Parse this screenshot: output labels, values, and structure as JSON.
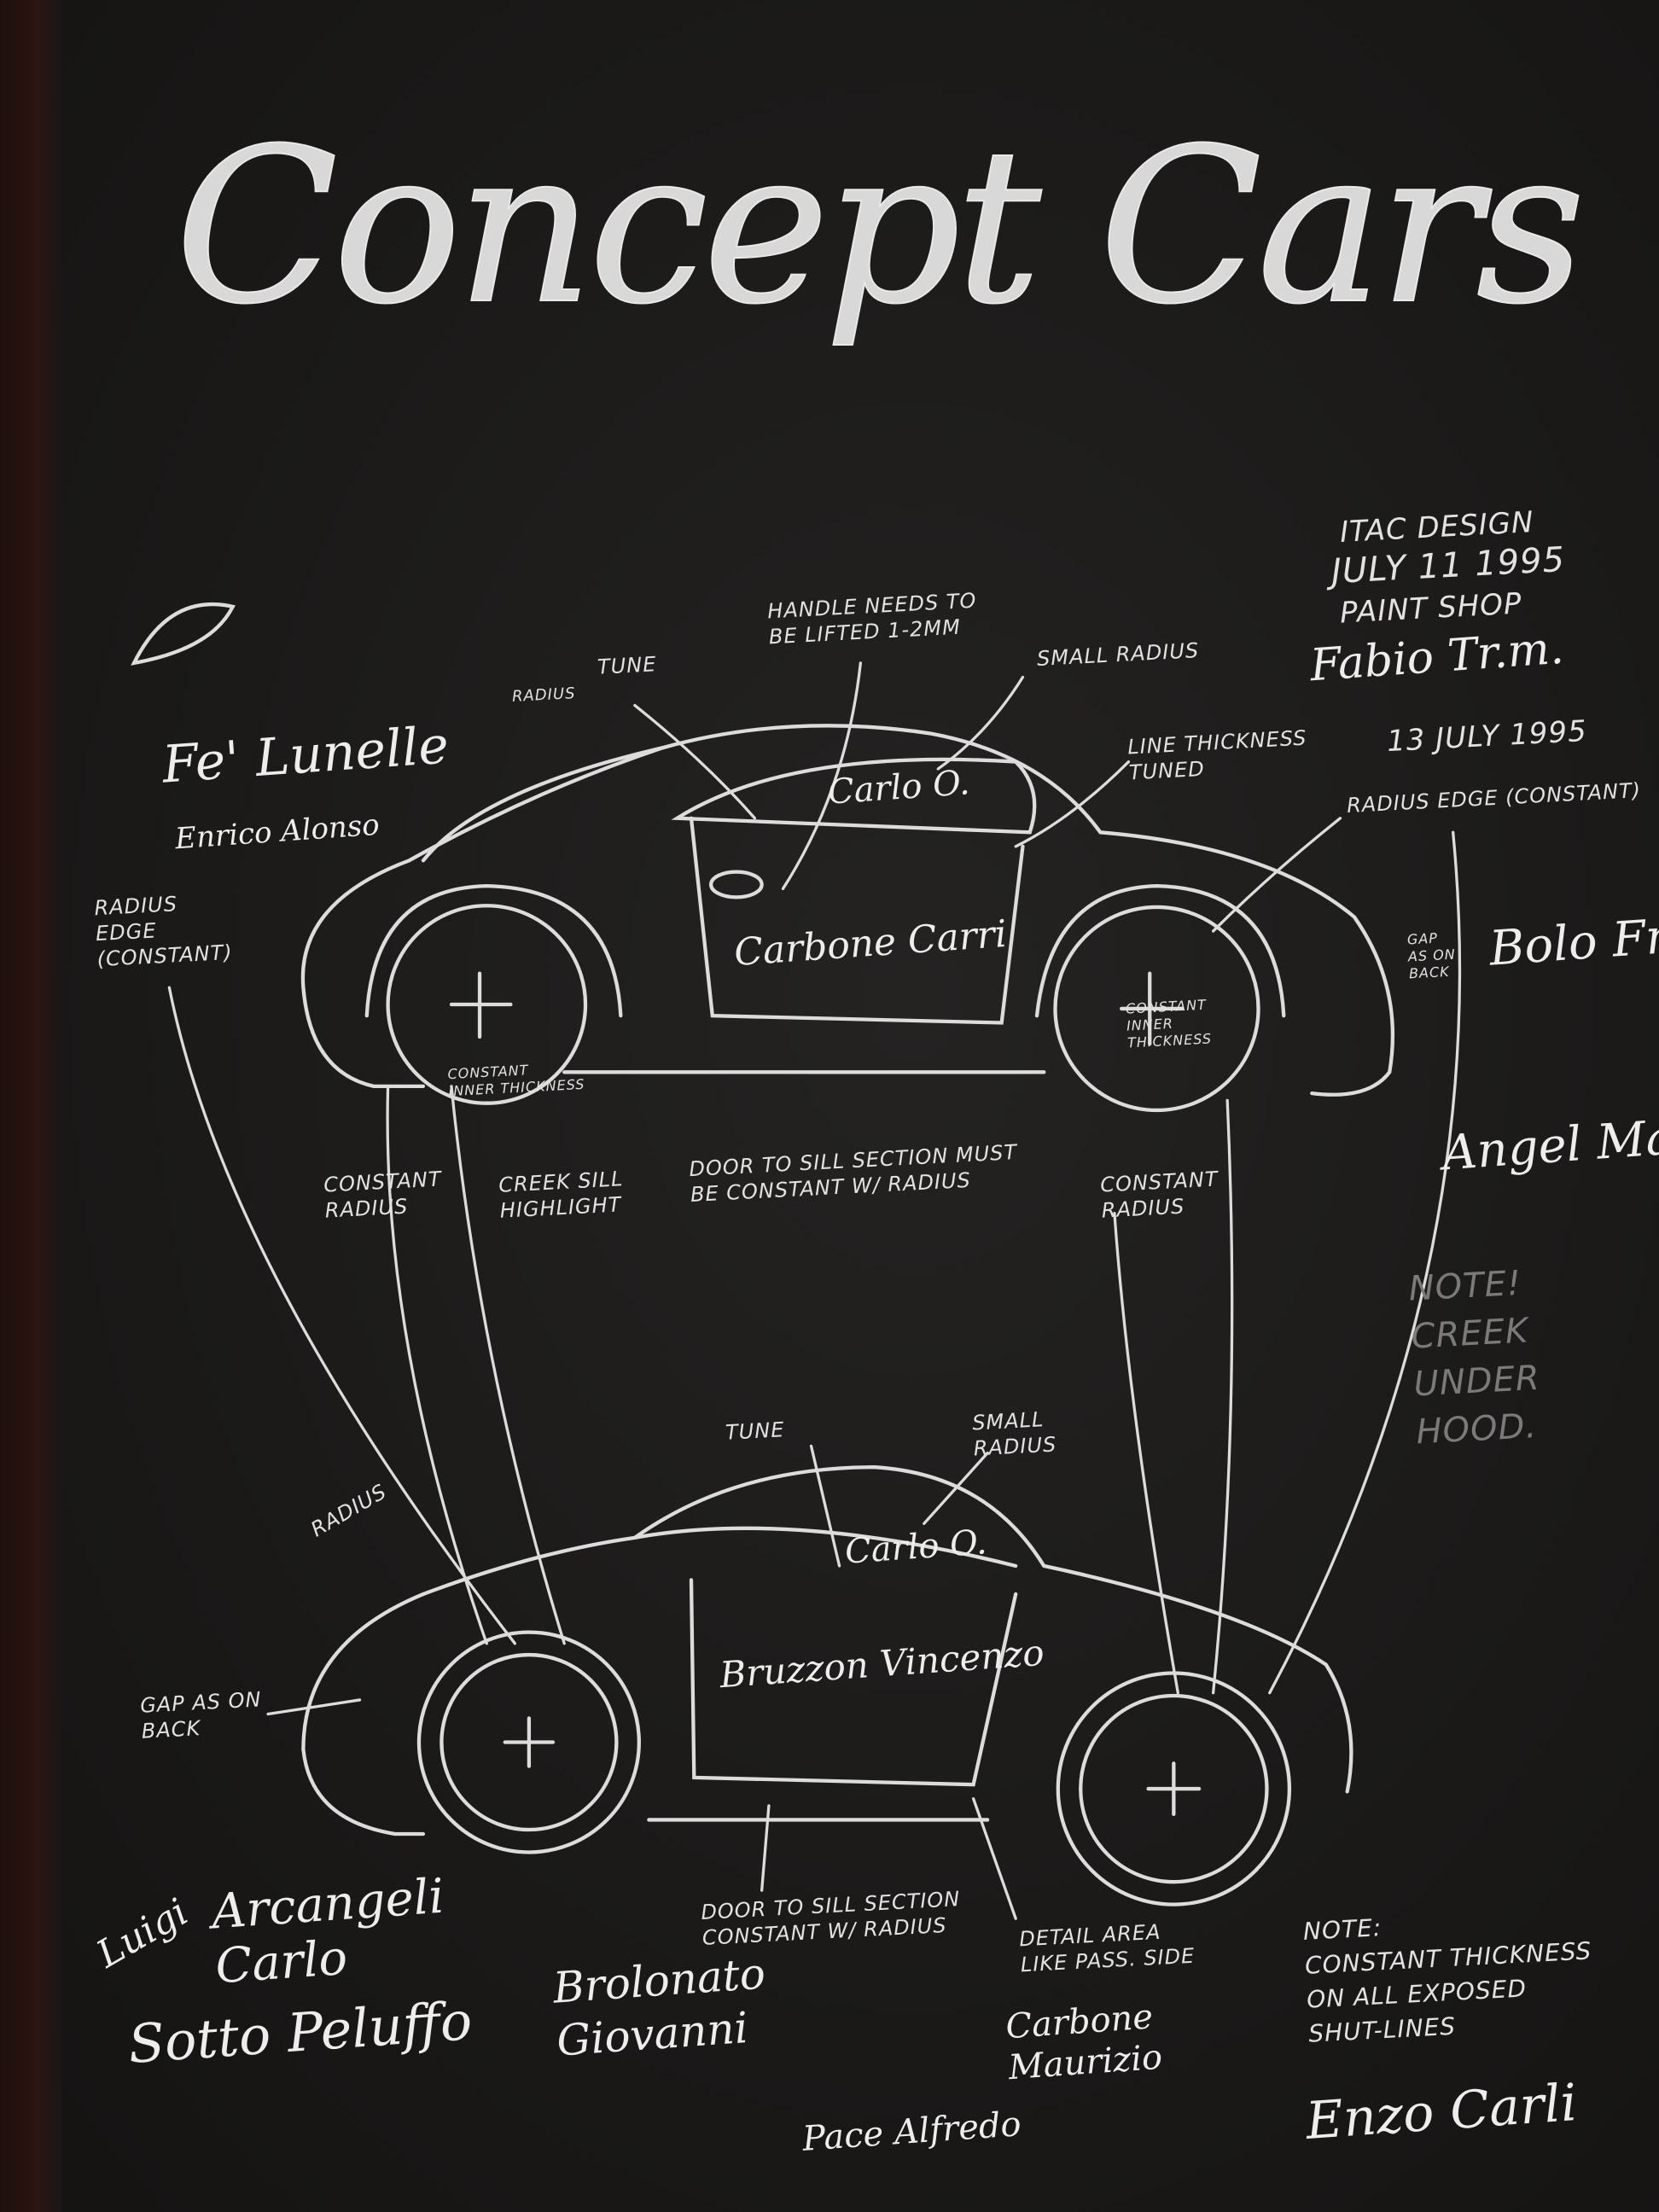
{
  "title": "Concept Cars",
  "header_notes": {
    "itac_design": "ITAC DESIGN",
    "date1": "JULY 11 1995",
    "paint_shop": "PAINT SHOP",
    "date2": "13 JULY 1995"
  },
  "annotations_top_car": {
    "handle": "HANDLE NEEDS TO\nBE LIFTED 1-2mm",
    "tune": "TUNE",
    "small_radius": "SMALL RADIUS",
    "line_thickness": "LINE THICKNESS\nTUNED",
    "radius_edge_right": "RADIUS EDGE (CONSTANT)",
    "radius_edge_left": "RADIUS\nEDGE\n(CONSTANT)",
    "constant_radius_left": "CONSTANT\nRADIUS",
    "creek_sill": "CREEK SILL\nHIGHLIGHT",
    "door_to_sill": "DOOR TO SILL SECTION MUST\nBE CONSTANT W/ RADIUS",
    "constant_radius_right": "CONSTANT\nRADIUS",
    "radius_upper": "RADIUS",
    "constant_inner": "CONSTANT\nINNER THICKNESS",
    "gap_right": "GAP\nAS ON\nBACK",
    "wheel_right": "CONSTANT\nINNER\nTHICKNESS"
  },
  "annotations_bottom_car": {
    "tune": "TUNE",
    "small_radius": "SMALL\nRADIUS",
    "radius": "RADIUS",
    "gap": "GAP AS ON\nBACK",
    "door_to_sill": "DOOR TO SILL SECTION\nCONSTANT W/ RADIUS",
    "detail_area": "DETAIL AREA\nLIKE PASS. SIDE"
  },
  "notes": {
    "creek_under_hood": "NOTE!\nCREEK UNDER\nHOOD.",
    "constant_thickness": "NOTE:\nCONSTANT THICKNESS\nON ALL EXPOSED\nSHUT-LINES"
  },
  "signatures": {
    "fe_lunelle": "Fe' Lunelle",
    "top_left_small": "Enrico Alonso",
    "top_right": "Fabio Tr.m.",
    "car_top_roof": "Carlo O.",
    "car_top_door": "Carbone Carri",
    "right_bolo": "Bolo Fron",
    "right_angel": "Angel Ma",
    "car_bottom_roof": "Carlo O.",
    "car_bottom_door": "Bruzzon Vincenzo",
    "luigi": "Luigi",
    "arcangeli": "Arcangeli\nCarlo",
    "sotto": "Sotto Peluffo",
    "brolonato": "Brolonato\nGiovanni",
    "carbone": "Carbone\nMaurizio",
    "pace": "Pace Alfredo",
    "enzo": "Enzo Carli"
  }
}
